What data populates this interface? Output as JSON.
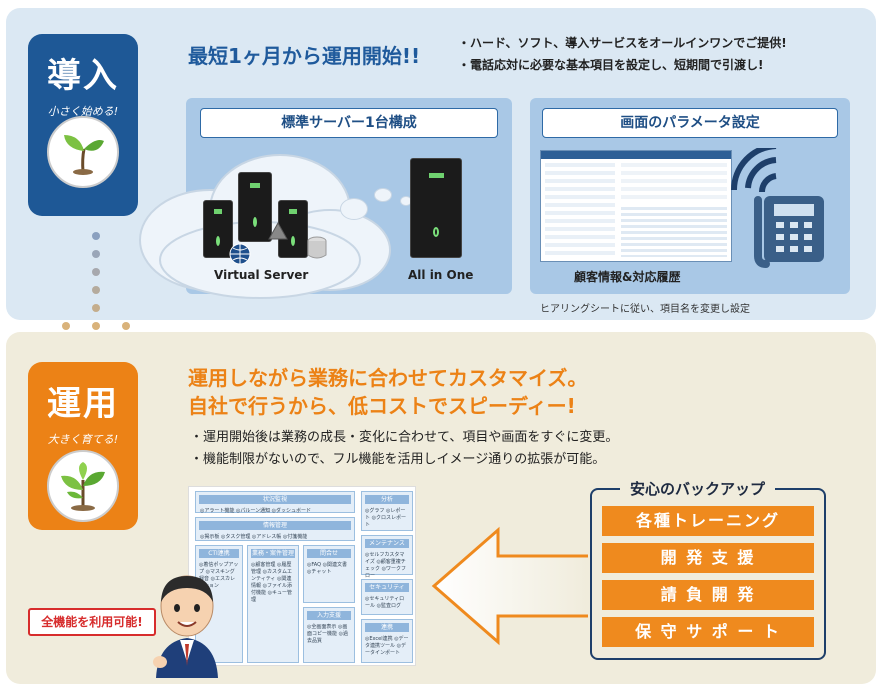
{
  "intro": {
    "badge_title": "導入",
    "badge_subtitle": "小さく始める!",
    "headline": "最短1ヶ月から運用開始!!",
    "bullets": [
      "・ハード、ソフト、導入サービスをオールインワンでご提供!",
      "・電話応対に必要な基本項目を設定し、短期間で引渡し!"
    ],
    "server_box_title": "標準サーバー1台構成",
    "virtual_server_label": "Virtual Server",
    "all_in_one_label": "All in One",
    "screen_box_title": "画面のパラメータ設定",
    "customer_info_label": "顧客情報&対応履歴",
    "note": "ヒアリングシートに従い、項目名を変更し設定"
  },
  "operation": {
    "badge_title": "運用",
    "badge_subtitle": "大きく育てる!",
    "headline_lines": [
      "運用しながら業務に合わせてカスタマイズ。",
      "自社で行うから、低コストでスピーディー!"
    ],
    "bullets": [
      "・運用開始後は業務の成長・変化に合わせて、項目や画面をすぐに変更。",
      "・機能制限がないので、フル機能を活用しイメージ通りの拡張が可能。"
    ],
    "full_function_callout": "全機能を利用可能!",
    "backup_title": "安心のバックアップ",
    "services": [
      "各種トレーニング",
      "開 発 支 援",
      "請 負 開 発",
      "保 守 サ ポ ー ト"
    ]
  },
  "function_map": {
    "groups": [
      {
        "title": "状況監視",
        "items": "◎アラート機能 ◎パルーン通知 ◎ダッシュボード"
      },
      {
        "title": "情報管理",
        "items": "◎掲示板 ◎タスク管理 ◎アドレス帳 ◎付箋機能"
      },
      {
        "title": "CTI連携",
        "items": "◎着信ポップアップ ◎マスキング録音 ◎エスカレーション"
      },
      {
        "title": "業務・案件管理",
        "items": "◎顧客管理 ◎履歴管理 ◎カスタムエンティティ ◎関連情報 ◎ファイル添付機能 ◎キュー管理"
      },
      {
        "title": "問合せ",
        "items": "◎FAQ ◎関連文書 ◎チャット"
      },
      {
        "title": "入力支援",
        "items": "◎全画面表示 ◎画面コピー機能 ◎過去品質"
      },
      {
        "title": "分析",
        "items": "◎グラフ ◎レポート ◎クロスレポート"
      },
      {
        "title": "メンテナンス",
        "items": "◎セルフカスタマイズ ◎顧客重複チェック ◎ワークフロー"
      },
      {
        "title": "セキュリティ",
        "items": "◎セキュリティロール ◎監査ログ"
      },
      {
        "title": "連携",
        "items": "◎Excel連携 ◎データ連携ツール ◎データインポート"
      }
    ]
  },
  "colors": {
    "intro_badge": "#1e5896",
    "operation_badge": "#ec8216",
    "intro_headline": "#1f5a9c",
    "operation_headline": "#ec8216"
  }
}
